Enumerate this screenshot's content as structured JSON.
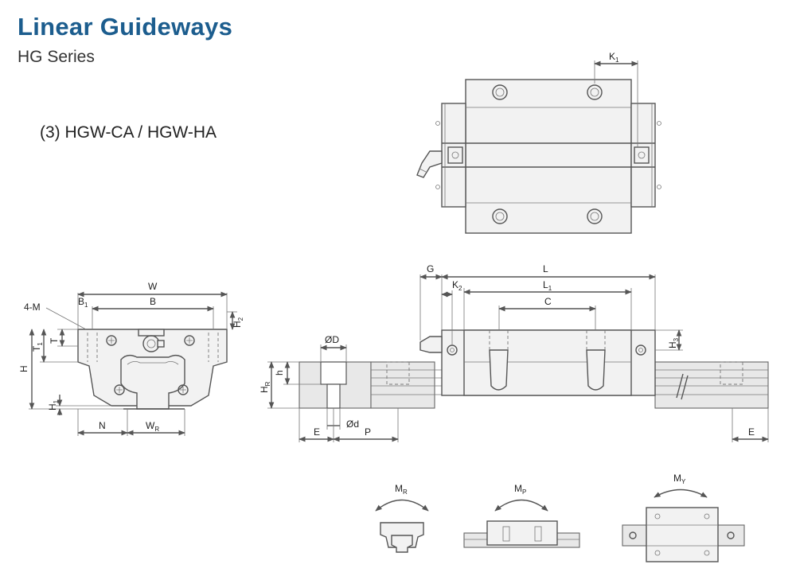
{
  "header": {
    "title": "Linear Guideways",
    "series": "HG Series",
    "model": "(3) HGW-CA / HGW-HA"
  },
  "dimensions": {
    "W": "W",
    "B": "B",
    "B1": "B",
    "B1_sub": "1",
    "M": "4-M",
    "T": "T",
    "T1": "T",
    "T1_sub": "1",
    "H": "H",
    "H1": "H",
    "H1_sub": "1",
    "H2": "H",
    "H2_sub": "2",
    "N": "N",
    "WR": "W",
    "WR_sub": "R",
    "L": "L",
    "L1": "L",
    "L1_sub": "1",
    "C": "C",
    "G": "G",
    "K1": "K",
    "K1_sub": "1",
    "K2": "K",
    "K2_sub": "2",
    "H3": "H",
    "H3_sub": "3",
    "HR": "H",
    "HR_sub": "R",
    "D": "ØD",
    "h": "h",
    "d": "Ød",
    "E": "E",
    "P": "P",
    "E2": "E"
  },
  "moments": {
    "MR": "M",
    "MR_sub": "R",
    "MP": "M",
    "MP_sub": "P",
    "MY": "M",
    "MY_sub": "Y"
  },
  "colors": {
    "title": "#1c5d8e",
    "line": "#555555",
    "fill": "#f2f2f2"
  }
}
